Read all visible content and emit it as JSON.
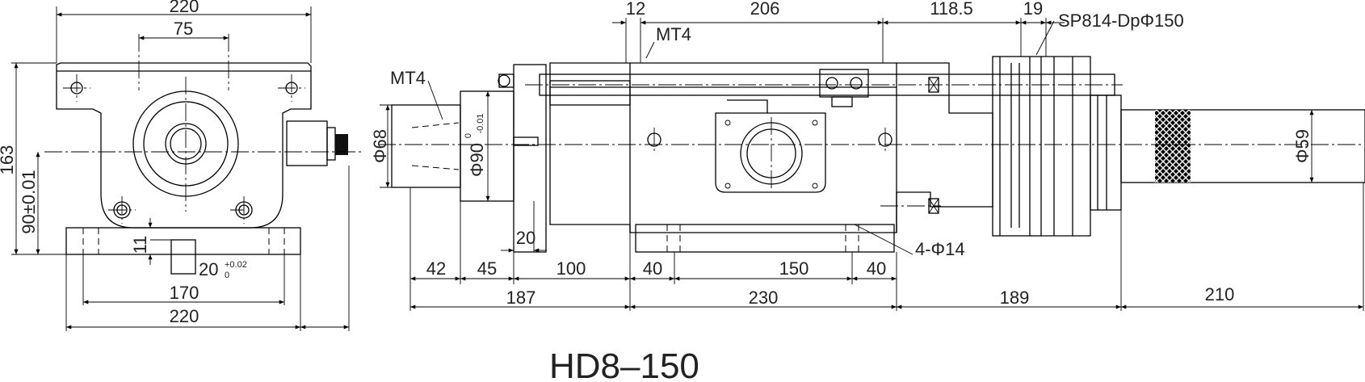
{
  "title": "HD8–150",
  "left_view": {
    "top_width": "220",
    "bolt_spacing": "75",
    "height": "163",
    "center_height": "90±0.01",
    "base_thickness": "11",
    "key_width": "20",
    "key_tol_upper": "+0.02",
    "key_tol_lower": "0",
    "hole_spacing": "170",
    "base_width": "220"
  },
  "front_view": {
    "top_dims": [
      "12",
      "206",
      "118.5",
      "19"
    ],
    "pulley_spec": "SP814-DpΦ150",
    "taper_top": "MT4",
    "taper_left": "MT4",
    "nose_dia": "Φ68",
    "flange_dia": "Φ90",
    "flange_tol_upper": "0",
    "flange_tol_lower": "-0.01",
    "flange_width": "20",
    "mount_holes": "4-Φ14",
    "shaft_dia": "Φ59",
    "lower_dims": [
      "42",
      "45",
      "100",
      "40",
      "150",
      "40"
    ],
    "overall_dims": [
      "187",
      "230",
      "189",
      "210"
    ]
  }
}
